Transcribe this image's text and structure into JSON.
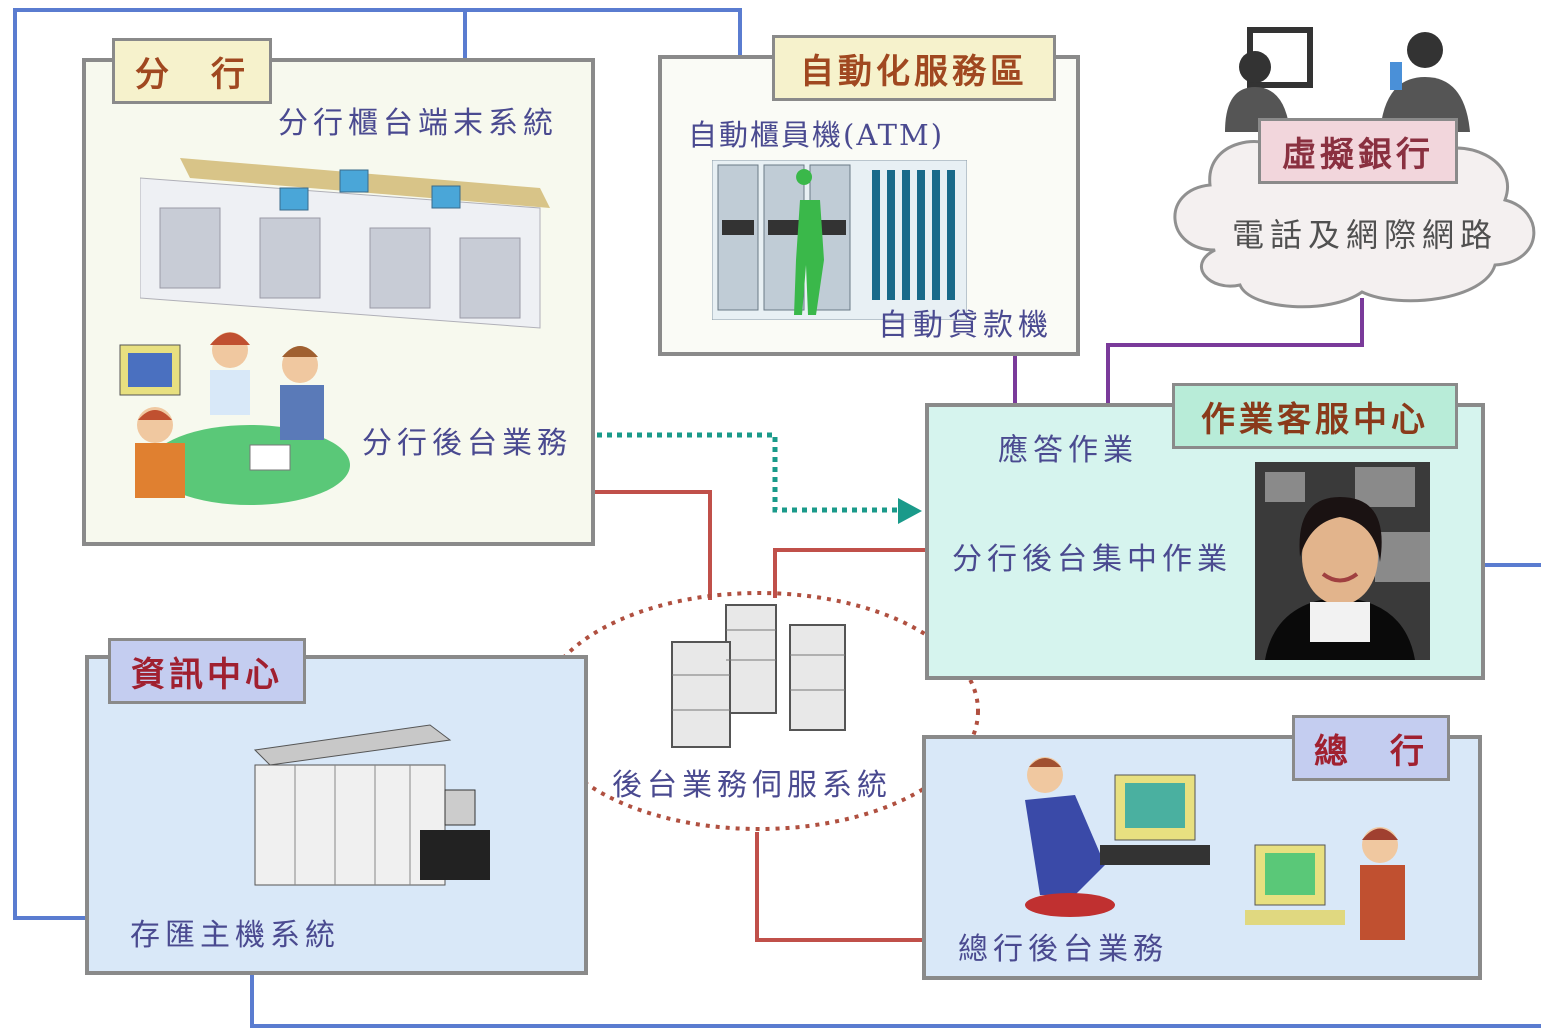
{
  "branch": {
    "title": "分　行",
    "terminal_label": "分行櫃台端末系統",
    "backoffice_label": "分行後台業務"
  },
  "auto_zone": {
    "title": "自動化服務區",
    "atm_label": "自動櫃員機(ATM)",
    "loan_label": "自動貸款機"
  },
  "virtual_bank": {
    "title": "虛擬銀行",
    "network_label": "電話及網際網路"
  },
  "ops_center": {
    "title": "作業客服中心",
    "response_label": "應答作業",
    "central_label": "分行後台集中作業"
  },
  "info_center": {
    "title": "資訊中心",
    "host_label": "存匯主機系統"
  },
  "server": {
    "label": "後台業務伺服系統"
  },
  "hq": {
    "title": "總　行",
    "backoffice_label": "總行後台業務"
  },
  "colors": {
    "blue_line": "#5a7cd0",
    "purple_line": "#7a3a9a",
    "red_line": "#c0504a",
    "teal_dash": "#1a9a8a",
    "cream": "#f6f2cc",
    "pink": "#f2d6dc",
    "teal_tag": "#b8ecd8",
    "lavender": "#c4cdf0"
  }
}
